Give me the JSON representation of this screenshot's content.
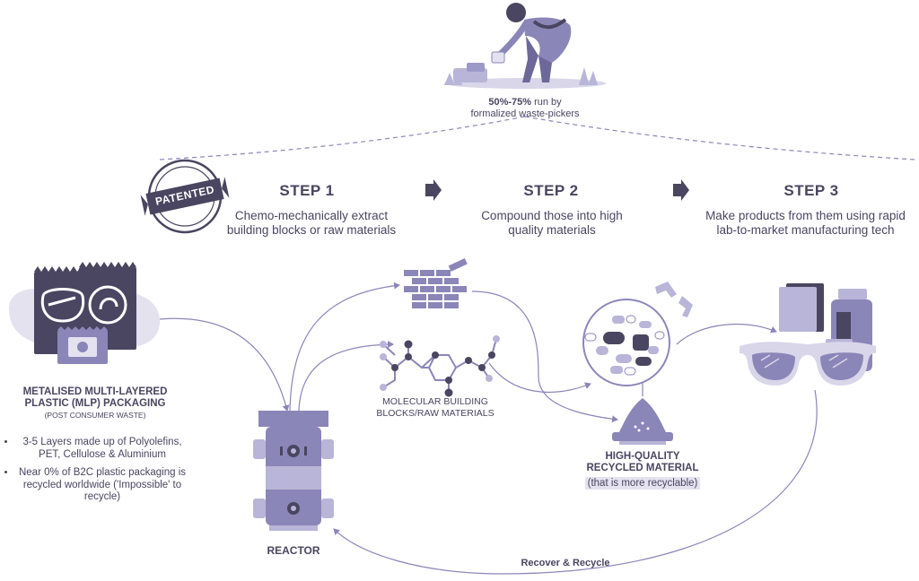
{
  "picker": {
    "stat_bold": "50%-75%",
    "stat_rest": " run by",
    "stat_line2": "formalized waste-pickers"
  },
  "badge": {
    "text": "PATENTED"
  },
  "steps": [
    {
      "title": "STEP 1",
      "line1": "Chemo-mechanically extract",
      "line2": "building blocks or raw materials"
    },
    {
      "title": "STEP 2",
      "line1": "Compound those into high",
      "line2": "quality materials"
    },
    {
      "title": "STEP 3",
      "line1": "Make products from them using rapid",
      "line2": "lab-to-market manufacturing tech"
    }
  ],
  "packaging": {
    "title1": "METALISED MULTI-LAYERED",
    "title2": "PLASTIC (MLP) PACKAGING",
    "subtitle": "(POST CONSUMER WASTE)",
    "bullets": [
      "3-5 Layers made up of Polyolefins, PET, Cellulose & Aluminium",
      "Near 0% of B2C plastic packaging is recycled worldwide ('Impossible' to recycle)"
    ]
  },
  "reactor": {
    "label": "REACTOR"
  },
  "molecular": {
    "line1": "MOLECULAR BUILDING",
    "line2": "BLOCKS/RAW MATERIALS"
  },
  "material": {
    "line1": "HIGH-QUALITY",
    "line2": "RECYCLED MATERIAL",
    "line3": "(that is more recyclable)"
  },
  "loop": {
    "label": "Recover & Recycle"
  },
  "colors": {
    "dark": "#4a4560",
    "mid": "#8b86b8",
    "light": "#b9b5d8",
    "pale": "#e4e2ef",
    "accent": "#a09cc9"
  }
}
